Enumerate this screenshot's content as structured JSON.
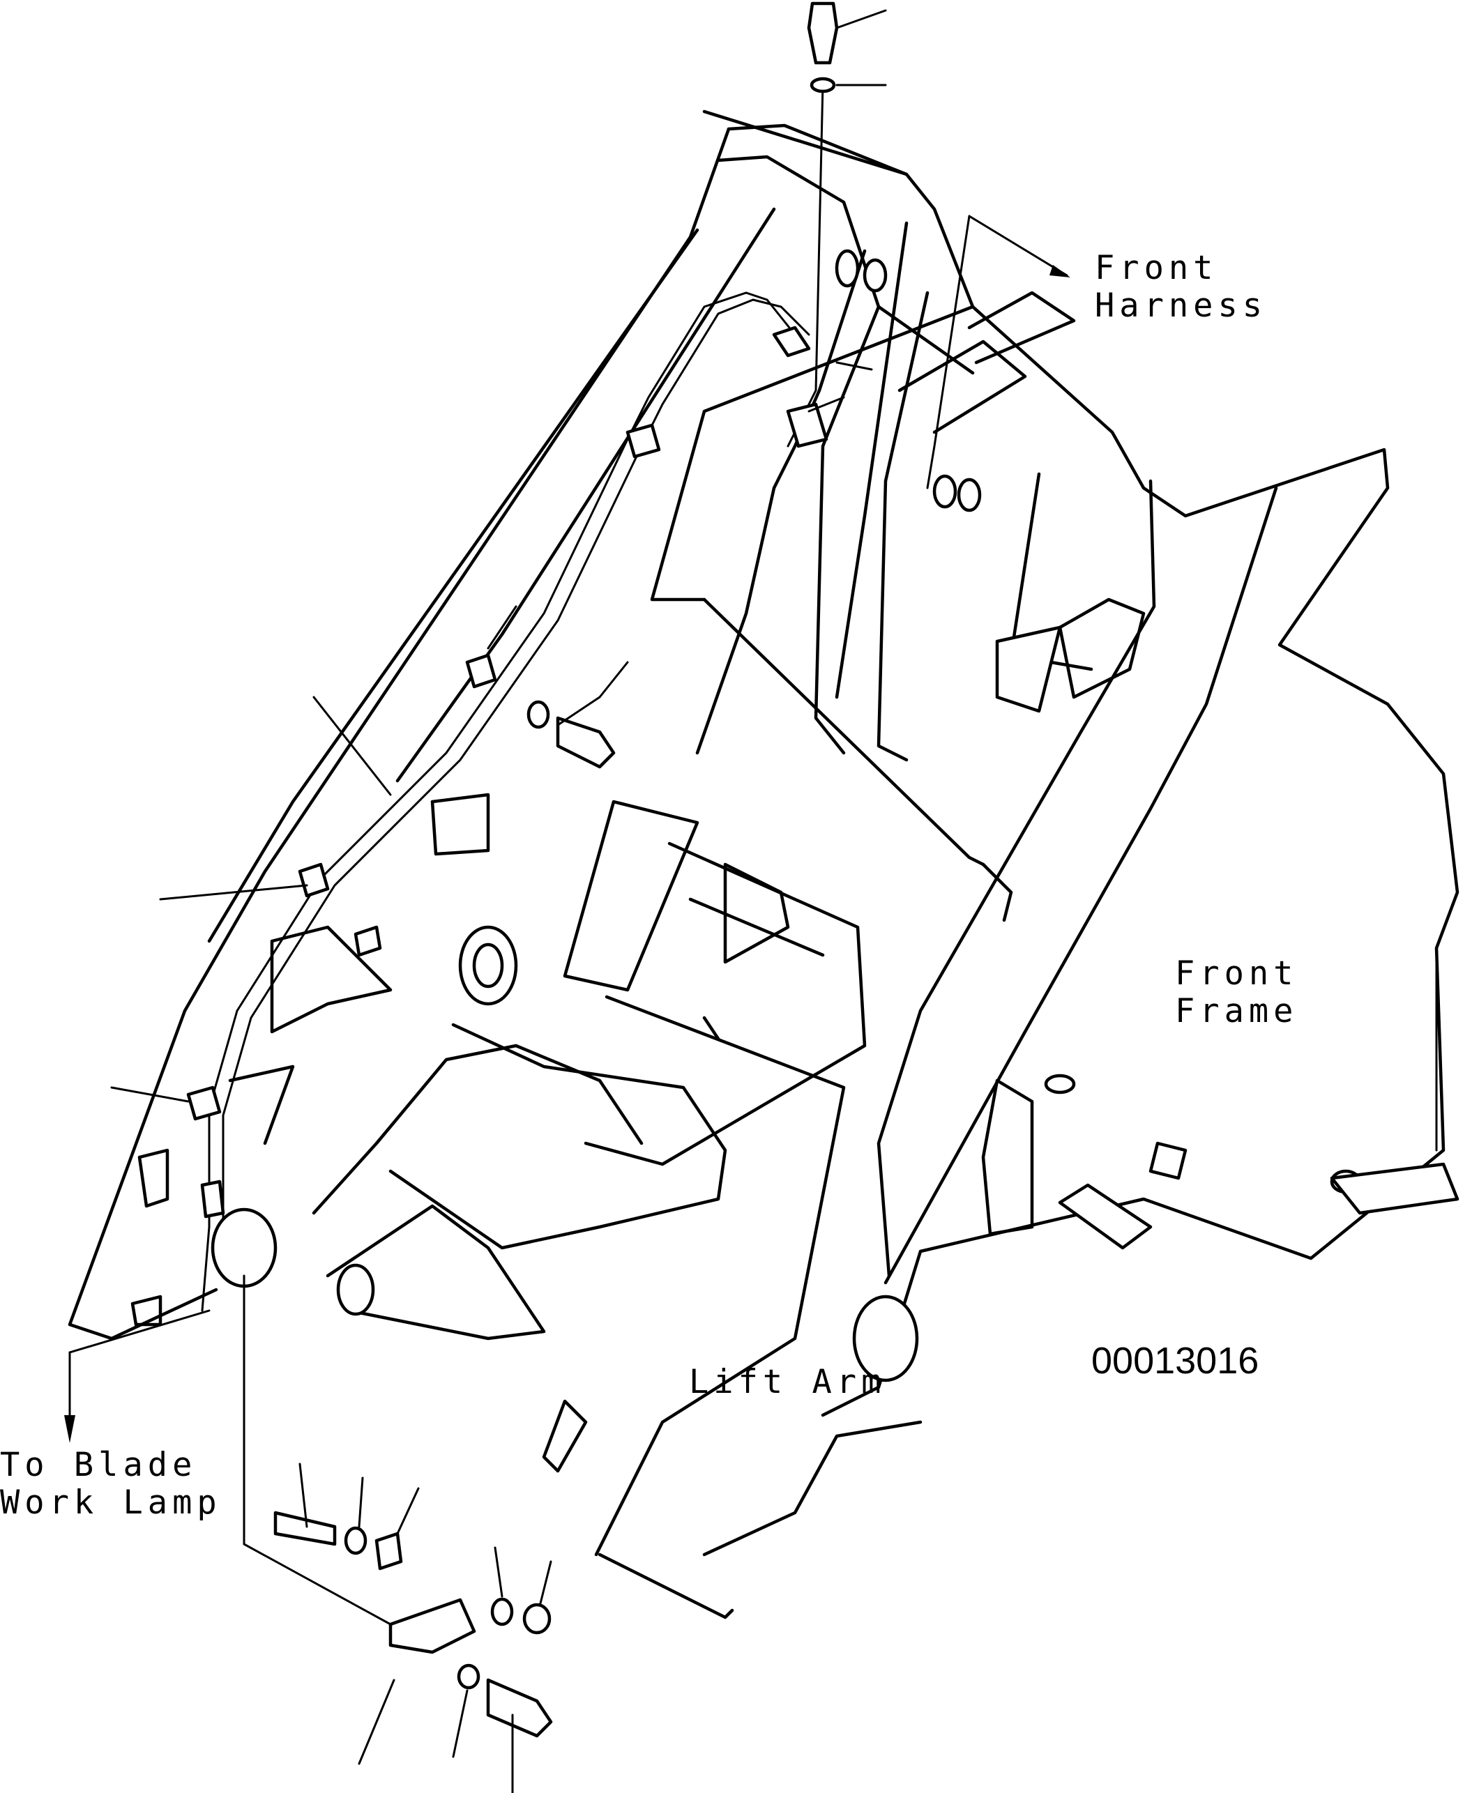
{
  "labels": {
    "front_harness_1": "Front",
    "front_harness_2": "Harness",
    "front_frame_1": "Front",
    "front_frame_2": "Frame",
    "lift_arm": "Lift Arm",
    "to_blade_1": "To Blade",
    "to_blade_2": "Work Lamp",
    "figure_number": "00013016"
  }
}
